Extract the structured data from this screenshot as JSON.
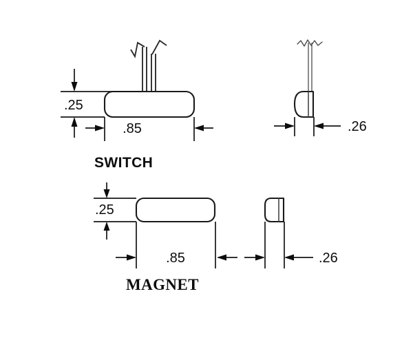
{
  "drawing": {
    "background_color": "#ffffff",
    "line_color": "#141414",
    "views": {
      "switch": {
        "label": "SWITCH",
        "front": {
          "width_dimension": ".85",
          "height_dimension": ".25"
        },
        "side": {
          "width_dimension": ".26"
        }
      },
      "magnet": {
        "label": "MAGNET",
        "front": {
          "width_dimension": ".85",
          "height_dimension": ".25"
        },
        "side": {
          "width_dimension": ".26"
        }
      }
    }
  },
  "dimensions": {
    "switch_height": ".25",
    "switch_width": ".85",
    "switch_depth": ".26",
    "magnet_height": ".25",
    "magnet_width": ".85",
    "magnet_depth": ".26"
  },
  "labels": {
    "switch": "SWITCH",
    "magnet": "MAGNET"
  }
}
